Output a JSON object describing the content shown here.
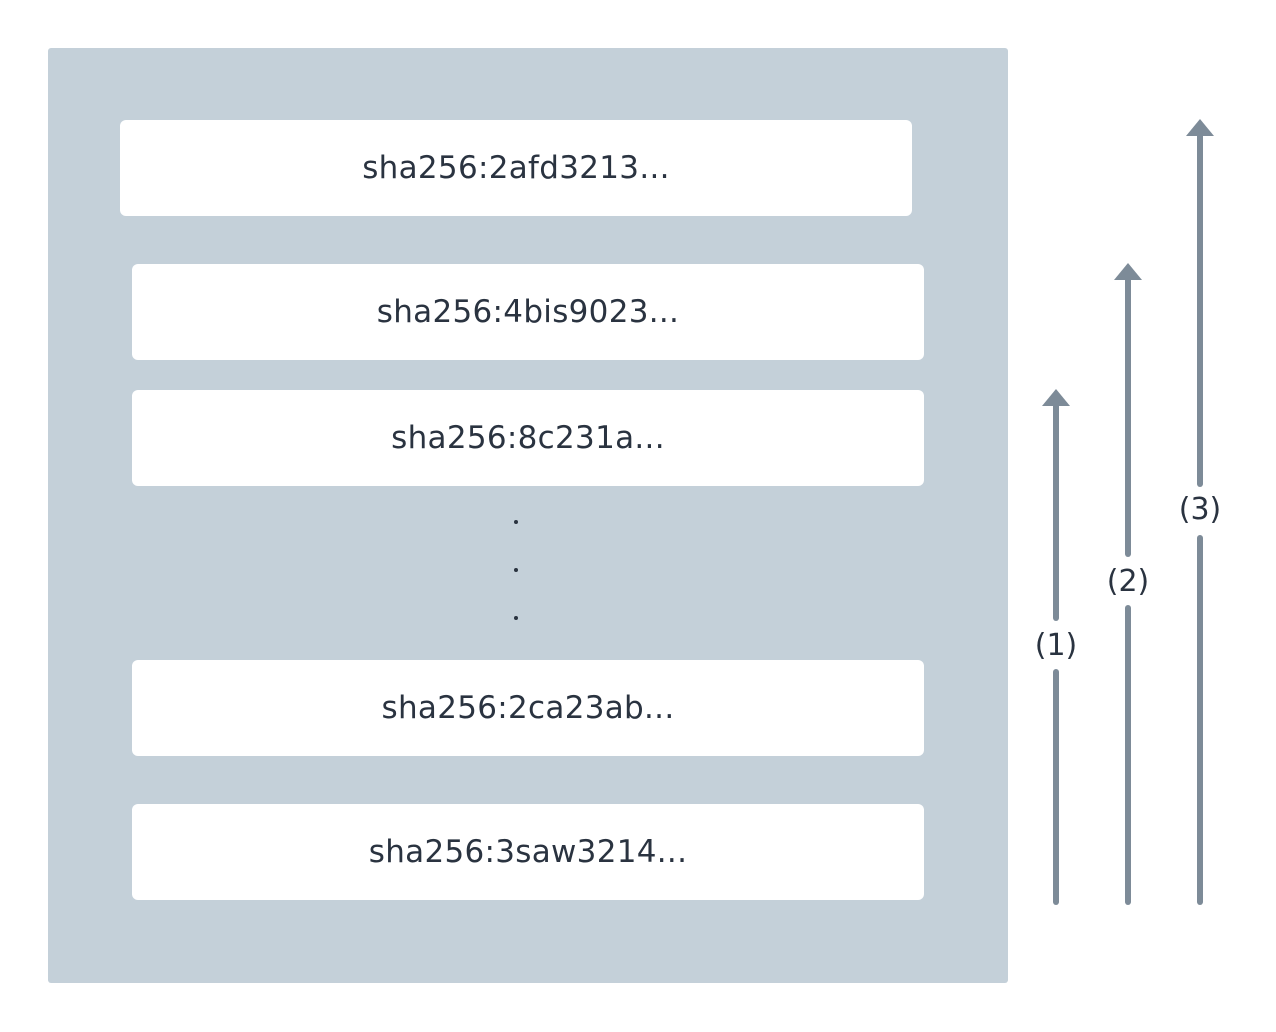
{
  "layers": [
    "sha256:2afd3213...",
    "sha256:4bis9023...",
    "sha256:8c231a...",
    "sha256:2ca23ab...",
    "sha256:3saw3214..."
  ],
  "arrows": [
    {
      "label": "(1)"
    },
    {
      "label": "(2)"
    },
    {
      "label": "(3)"
    }
  ],
  "colors": {
    "panel": "#c4d0d9",
    "layer": "#ffffff",
    "arrow": "#7d8b98",
    "text": "#2a3340"
  }
}
